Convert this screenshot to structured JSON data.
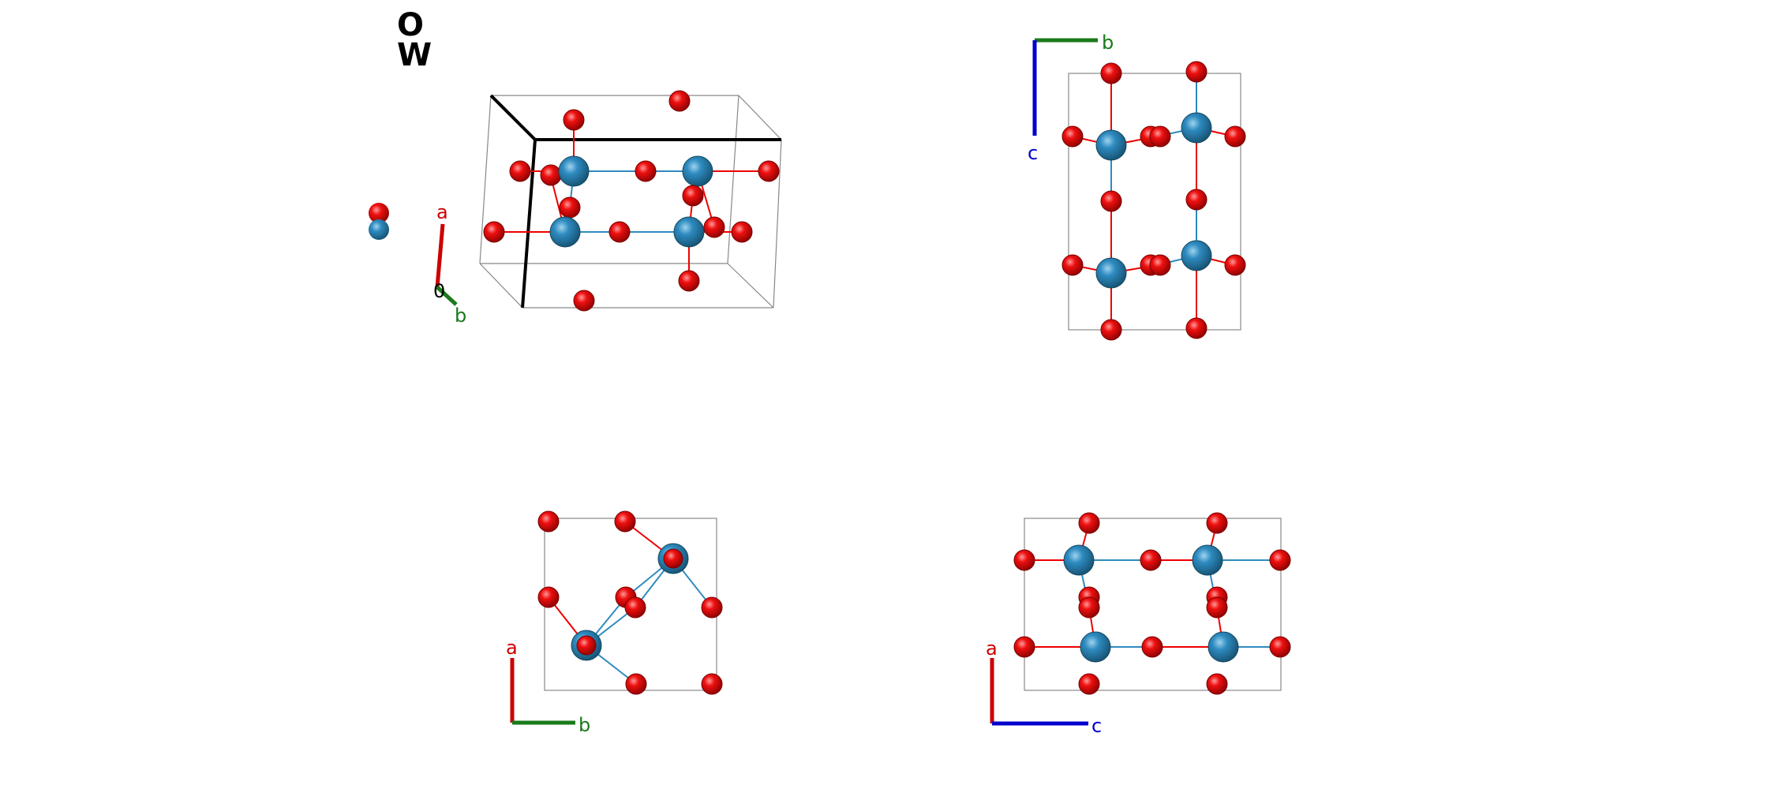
{
  "legend": {
    "items": [
      {
        "element": "O",
        "color": "#ee0000"
      },
      {
        "element": "W",
        "color": "#2e8bc0"
      }
    ]
  },
  "colors": {
    "oxygen": "#ee0000",
    "tungsten": "#2e8bc0",
    "axis_a": "#cc0000",
    "axis_b": "#1a7a1a",
    "axis_c": "#0000cc",
    "cell_edge": "#888888"
  },
  "views": {
    "perspective": {
      "axis_labels": {
        "a": "a",
        "b": "b",
        "origin": "0"
      }
    },
    "view_bc": {
      "axis_labels": {
        "b": "b",
        "c": "c"
      }
    },
    "view_ab": {
      "axis_labels": {
        "a": "a",
        "b": "b"
      }
    },
    "view_ac": {
      "axis_labels": {
        "a": "a",
        "c": "c"
      }
    }
  }
}
